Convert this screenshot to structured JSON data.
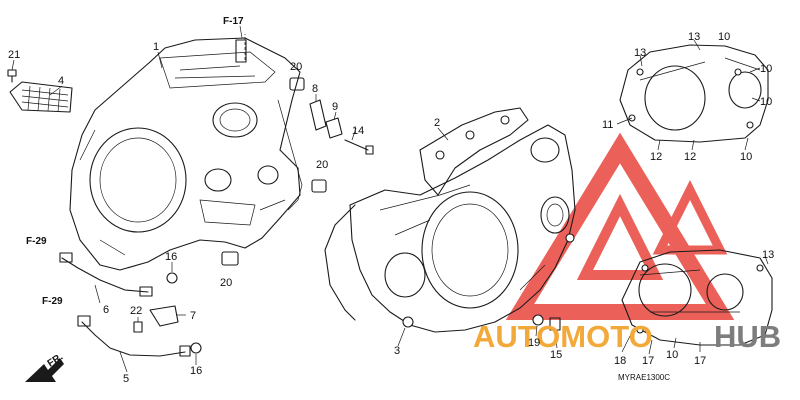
{
  "colors": {
    "line": "#1a1a1a",
    "watermark_red": "#e8463e",
    "watermark_orange": "#f3a93a",
    "watermark_gray": "#7d7d7d"
  },
  "refs": {
    "f17": "F-17",
    "f29_upper": "F-29",
    "f29_lower": "F-29",
    "fr": "FR."
  },
  "callouts": {
    "c1": "1",
    "c2": "2",
    "c3": "3",
    "c4": "4",
    "c5": "5",
    "c6": "6",
    "c7": "7",
    "c8": "8",
    "c9": "9",
    "c14": "14",
    "c15": "15",
    "c16a": "16",
    "c16b": "16",
    "c19": "19",
    "c20a": "20",
    "c20b": "20",
    "c20c": "20",
    "c21": "21",
    "c22": "22",
    "c13a": "13",
    "c13b": "13",
    "c10a": "10",
    "c10b": "10",
    "c10c": "10",
    "c11": "11",
    "c12a": "12",
    "c12b": "12",
    "c10d": "10",
    "c13c": "13",
    "c18": "18",
    "c17a": "17",
    "c10e": "10",
    "c17b": "17"
  },
  "diagram_code": "MYRAE1300C",
  "watermark": {
    "part1": "AUTOMOTO",
    "part2": "HUB"
  }
}
